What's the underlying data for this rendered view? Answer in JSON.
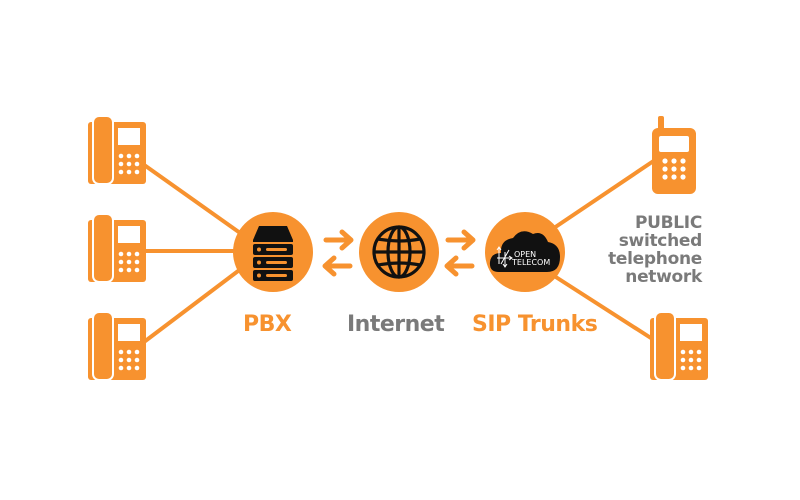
{
  "diagram": {
    "title": "SIP Trunking network diagram",
    "colors": {
      "accent": "#f7922f",
      "text_gray": "#7a7a7a",
      "icon_dark": "#111111",
      "background": "#ffffff"
    },
    "nodes": {
      "pbx": {
        "label": "PBX",
        "icon": "server-icon"
      },
      "internet": {
        "label": "Internet",
        "icon": "globe-icon"
      },
      "sip_trunks": {
        "label": "SIP Trunks",
        "icon": "cloud-icon",
        "logo_line1": "OPEN",
        "logo_line2": "TELECOM"
      },
      "pstn": {
        "lines": [
          "PUBLIC",
          "switched",
          "telephone",
          "network"
        ]
      }
    },
    "left_devices": [
      {
        "icon": "desk-phone-icon"
      },
      {
        "icon": "desk-phone-icon"
      },
      {
        "icon": "desk-phone-icon"
      }
    ],
    "right_devices": [
      {
        "icon": "mobile-phone-icon"
      },
      {
        "icon": "desk-phone-icon"
      }
    ],
    "connections": [
      {
        "from": "desk-phone-1",
        "to": "pbx"
      },
      {
        "from": "desk-phone-2",
        "to": "pbx"
      },
      {
        "from": "desk-phone-3",
        "to": "pbx"
      },
      {
        "from": "pbx",
        "to": "internet",
        "type": "bidirectional"
      },
      {
        "from": "internet",
        "to": "sip_trunks",
        "type": "bidirectional"
      },
      {
        "from": "sip_trunks",
        "to": "mobile-phone"
      },
      {
        "from": "sip_trunks",
        "to": "desk-phone-right"
      }
    ]
  }
}
